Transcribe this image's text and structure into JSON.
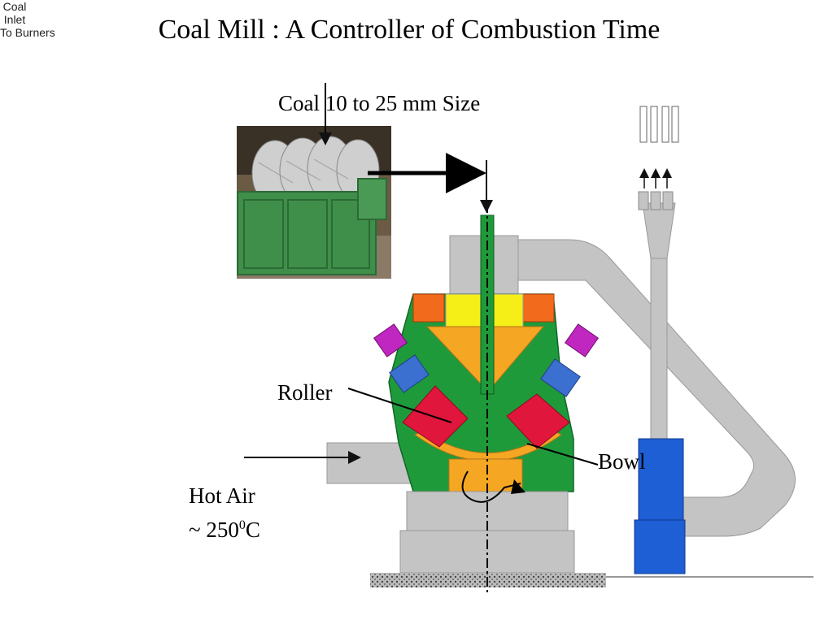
{
  "slide": {
    "title": "Coal Mill : A Controller of Combustion Time"
  },
  "labels": {
    "coal_size": "Coal 10 to 25 mm Size",
    "coal_inlet_line1": "Coal",
    "coal_inlet_line2": "Inlet",
    "to_burners": "To Burners",
    "roller": "Roller",
    "bowl": "Bowl",
    "hot_air_line1": "Hot Air",
    "hot_air_prefix": "~ 250",
    "hot_air_sup": "0",
    "hot_air_unit": "C"
  },
  "colors": {
    "mill_body": "#1f9a3a",
    "duct_grey": "#c0c0c0",
    "bowl_orange": "#f5a623",
    "roller_red": "#e0163c",
    "journal_blue": "#3b6fd0",
    "spring_magenta": "#c026c0",
    "classifier_yellow": "#f5ee17",
    "top_orange": "#f26a1b",
    "separator_blue": "#1e5fd6"
  }
}
